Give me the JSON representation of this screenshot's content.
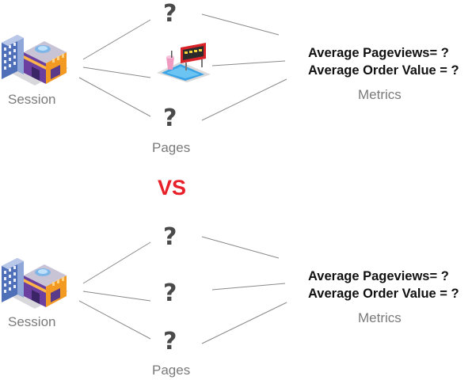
{
  "top": {
    "session_label": "Session",
    "pages_label": "Pages",
    "page_marks": [
      "?",
      "?"
    ],
    "metrics": {
      "pageviews": "Average Pageviews= ?",
      "order_value": "Average Order Value = ?",
      "label": "Metrics"
    }
  },
  "vs_label": "VS",
  "bottom": {
    "session_label": "Session",
    "pages_label": "Pages",
    "page_marks": [
      "?",
      "?",
      "?"
    ],
    "metrics": {
      "pageviews": "Average Pageviews= ?",
      "order_value": "Average Order Value = ?",
      "label": "Metrics"
    }
  },
  "colors": {
    "vs": "#e8202a",
    "connector": "#8a8a8a",
    "building_purple": "#6b3fa0",
    "building_orange": "#f29a22",
    "building_blue": "#3f68b5"
  },
  "icons": {
    "session": "shopping-mall-icon",
    "page": "pool-billboard-icon"
  }
}
